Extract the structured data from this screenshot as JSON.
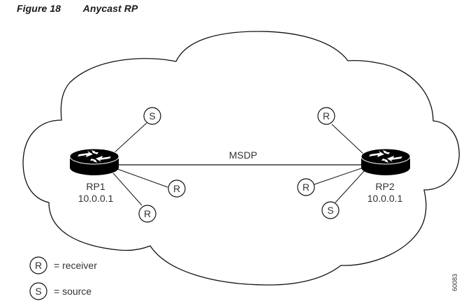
{
  "figure": {
    "number_label": "Figure 18",
    "title": "Anycast RP"
  },
  "link": {
    "label": "MSDP"
  },
  "routers": [
    {
      "id": "rp1",
      "name": "RP1",
      "address": "10.0.0.1"
    },
    {
      "id": "rp2",
      "name": "RP2",
      "address": "10.0.0.1"
    }
  ],
  "hosts": {
    "rp1": [
      "S",
      "R",
      "R"
    ],
    "rp2": [
      "R",
      "R",
      "S"
    ]
  },
  "legend": [
    {
      "symbol": "R",
      "text": "= receiver"
    },
    {
      "symbol": "S",
      "text": "= source"
    }
  ],
  "figure_id": "60083",
  "colors": {
    "line": "#111111",
    "text": "#333333",
    "router_body": "#000000"
  }
}
